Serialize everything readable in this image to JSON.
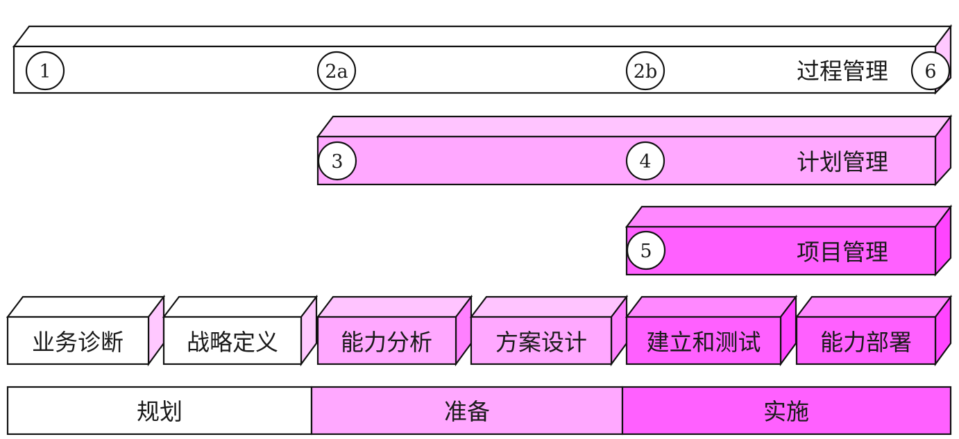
{
  "colors": {
    "white": "#ffffff",
    "light_pink": "#ffa8ff",
    "light_pink_top": "#ffc4ff",
    "light_pink_side": "#ff80ff",
    "magenta": "#ff60ff",
    "magenta_top": "#ff88ff",
    "magenta_side": "#ff44ff",
    "white_side": "#ffc8ff"
  },
  "management_bars": [
    {
      "id": "process",
      "label": "过程管理",
      "markers": [
        "1",
        "2a",
        "2b",
        "6"
      ],
      "tone": "white"
    },
    {
      "id": "plan",
      "label": "计划管理",
      "markers": [
        "3",
        "4"
      ],
      "tone": "light"
    },
    {
      "id": "project",
      "label": "项目管理",
      "markers": [
        "5"
      ],
      "tone": "magenta"
    }
  ],
  "activities": [
    {
      "label": "业务诊断",
      "tone": "white"
    },
    {
      "label": "战略定义",
      "tone": "white"
    },
    {
      "label": "能力分析",
      "tone": "light"
    },
    {
      "label": "方案设计",
      "tone": "light"
    },
    {
      "label": "建立和测试",
      "tone": "magenta"
    },
    {
      "label": "能力部署",
      "tone": "magenta"
    }
  ],
  "phases": [
    {
      "label": "规划",
      "tone": "white"
    },
    {
      "label": "准备",
      "tone": "light"
    },
    {
      "label": "实施",
      "tone": "magenta"
    }
  ]
}
